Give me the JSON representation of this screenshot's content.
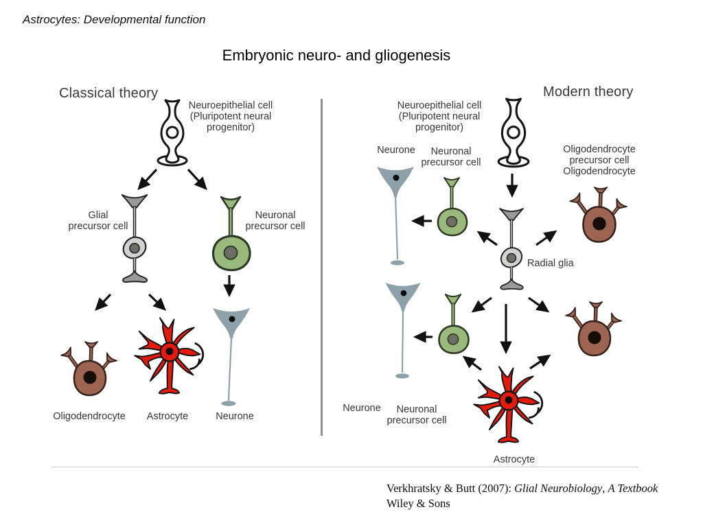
{
  "page": {
    "subtitle": "Astrocytes: Developmental function",
    "title": "Embryonic neuro- and gliogenesis"
  },
  "classical": {
    "heading": "Classical theory",
    "labels": {
      "neuroepithelial": "Neuroepithelial cell\n(Pluripotent neural\nprogenitor)",
      "glial_precursor": "Glial\nprecursor cell",
      "neuronal_precursor": "Neuronal\nprecursor cell",
      "oligodendrocyte": "Oligodendrocyte",
      "astrocyte": "Astrocyte",
      "neurone": "Neurone"
    }
  },
  "modern": {
    "heading": "Modern theory",
    "labels": {
      "neuroepithelial": "Neuroepithelial cell\n(Pluripotent neural\nprogenitor)",
      "neurone_top": "Neurone",
      "neuronal_precursor_top": "Neuronal\nprecursor cell",
      "oligodendrocyte": "Oligodendrocyte\nprecursor cell\nOligodendrocyte",
      "radial_glia": "Radial glia",
      "neurone_bottom": "Neurone",
      "neuronal_precursor_bottom": "Neuronal\nprecursor cell",
      "astrocyte": "Astrocyte"
    }
  },
  "citation": {
    "authors": "Verkhratsky & Butt (2007): ",
    "title_italic": "Glial Neurobiology",
    "separator": ", ",
    "subtitle_italic": "A Textbook",
    "publisher": "Wiley & Sons"
  },
  "colors": {
    "cell_green": "#9ab97c",
    "cell_gray_light": "#d2d2d2",
    "cell_gray_dark": "#9a9a9a",
    "cell_brown": "#9d6551",
    "cell_red": "#e31b0e",
    "cell_blue_gray": "#8da1aa",
    "nucleus_gray": "#6e6e66",
    "nucleus_dark": "#140d08",
    "outline": "#222222",
    "arrow": "#111111",
    "divider": "#8e8e8e",
    "rule": "#c9c9c9",
    "label_text": "#363636"
  }
}
